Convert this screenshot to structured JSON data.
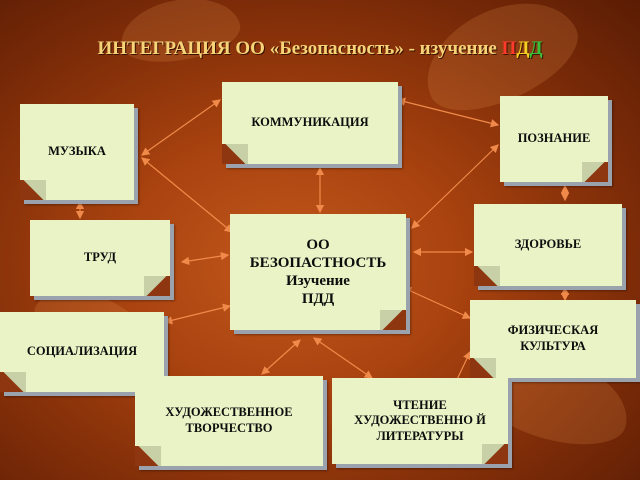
{
  "title": {
    "main": "ИНТЕГРАЦИЯ ОО «Безопасность»   - изучение ",
    "p1": "П",
    "p2": "Д",
    "p3": "Д"
  },
  "center": {
    "line1": "ОО",
    "line2": "БЕЗОПАСТНОСТЬ",
    "line3": "Изучение",
    "line4": "ПДД"
  },
  "nodes": {
    "music": "МУЗЫКА",
    "communication": "КОММУНИКАЦИЯ",
    "cognition": "ПОЗНАНИЕ",
    "labor": "ТРУД",
    "health": "ЗДОРОВЬЕ",
    "socialization": "СОЦИАЛИЗАЦИЯ",
    "physical_culture": "ФИЗИЧЕСКАЯ КУЛЬТУРА",
    "art_creativity": "ХУДОЖЕСТВЕННОЕ ТВОРЧЕСТВО",
    "reading_literature": "ЧТЕНИЕ ХУДОЖЕСТВЕННО Й ЛИТЕРАТУРЫ"
  },
  "colors": {
    "note_fill": "#e9f3c6",
    "arrow": "#f08a4a",
    "title": "#f7d478"
  }
}
